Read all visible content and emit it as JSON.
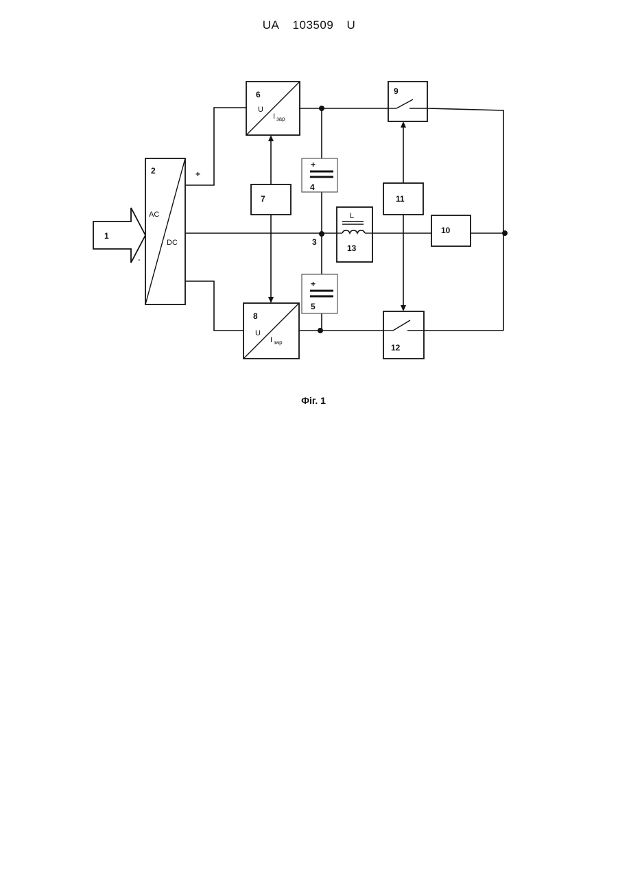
{
  "header": {
    "country": "UA",
    "number": "103509",
    "kind": "U"
  },
  "figure": {
    "caption": "Фiг. 1",
    "blocks": [
      {
        "id": "1"
      },
      {
        "id": "2"
      },
      {
        "id": "3"
      },
      {
        "id": "4"
      },
      {
        "id": "5"
      },
      {
        "id": "6"
      },
      {
        "id": "7"
      },
      {
        "id": "8"
      },
      {
        "id": "9"
      },
      {
        "id": "10"
      },
      {
        "id": "11"
      },
      {
        "id": "12"
      },
      {
        "id": "13"
      }
    ],
    "rectifier": {
      "ac": "AC",
      "dc": "DC",
      "plus": "+"
    },
    "converter_labels": {
      "u": "U",
      "i": "I",
      "i_sub": "зар"
    },
    "capacitor_sign": "+",
    "inductor_label": "L"
  }
}
